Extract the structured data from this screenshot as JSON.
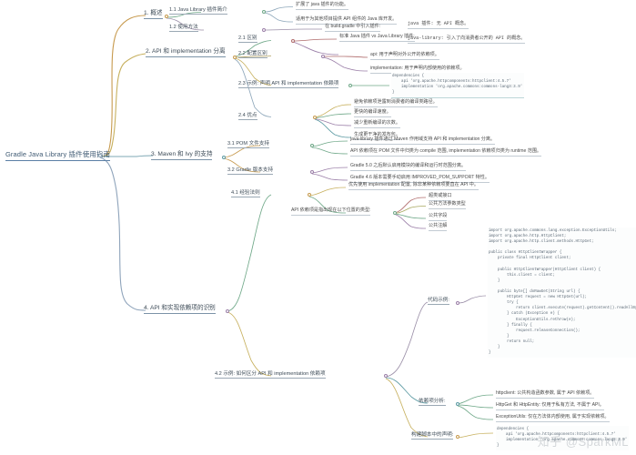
{
  "diagram": {
    "type": "mindmap",
    "title": "Gradle Java Library 插件使用指南",
    "watermark": "知乎 @SparkML"
  },
  "root": {
    "label": "Gradle Java Library 插件使用指南"
  },
  "branches": [
    {
      "id": "b1",
      "label": "1. 概述",
      "color": "#c79a4e",
      "children": [
        {
          "label": "1.1 Java Library 插件简介",
          "leaves": [
            "扩展了 java 插件的功能。",
            "适用于为其他项目提供 API 组件的 Java 库开发。"
          ]
        },
        {
          "label": "1.2 使用方法",
          "leaves": [
            "在 build.gradle 中引入插件:"
          ]
        }
      ]
    },
    {
      "id": "b2",
      "label": "2. API 和 implementation 分离",
      "color": "#6fa888",
      "children": [
        {
          "label": "2.1 区别",
          "leaves": [
            "标准 Java 插件 vs Java Library 插件:",
            "java 插件: 无 API 概念。",
            "java-library: 引入了向消费者公开的 API 的概念。"
          ]
        },
        {
          "label": "2.2 配置区别",
          "leaves": [
            "api: 用于声明对外公开的依赖项。",
            "implementation: 用于声明内部使用的依赖项。"
          ]
        },
        {
          "label": "2.3 示例: 声明 API 和 implementation 依赖项",
          "code": "dependencies {\n    api 'org.apache.httpcomponents:httpclient:4.5.7'\n    implementation 'org.apache.commons:commons-lang3:3.9'\n}"
        },
        {
          "label": "2.4 优点",
          "leaves": [
            "避免依赖项泄露到消费者的编译类路径。",
            "更快的编译速度。",
            "减少重新编译的次数。",
            "生成更干净的发布包。"
          ]
        }
      ]
    },
    {
      "id": "b3",
      "label": "3. Maven 和 Ivy 的支持",
      "color": "#5c9aa3",
      "children": [
        {
          "label": "3.1 POM 文件支持",
          "leaves": [
            "java-library 插件通过 Maven 作用域支持 API 和 implementation 分离。",
            "API 依赖项在 POM 文件中归类为 compile 范围, implementation 依赖项归类为 runtime 范围。"
          ]
        },
        {
          "label": "3.2 Gradle 版本支持",
          "leaves": [
            "Gradle 5.0 之后默认启用模块的编译和运行时范围分离。",
            "Gradle 4.6 版本需要手动启用 IMPROVED_POM_SUPPORT 特性。"
          ]
        }
      ]
    },
    {
      "id": "b4",
      "label": "4. API 和实现依赖项的识别",
      "color": "#9b7fa8",
      "children": [
        {
          "label": "4.1 经验法则",
          "leaves": [
            "优先使用 implementation 配置, 除非某种依赖项要直在 API 中。",
            "API 依赖项是指出现在以下位置的类型:"
          ],
          "subleaves": [
            "超类或接口",
            "公共方法参数类型",
            "公共字段",
            "公共注解"
          ]
        },
        {
          "label": "4.2 示例: 如何区分 API 和 implementation 依赖项",
          "groups": [
            {
              "label": "代码示例:",
              "code": "import org.apache.commons.lang.exception.ExceptionUtils;\nimport org.apache.http.HttpClient;\nimport org.apache.http.client.methods.HttpGet;\n\npublic class HttpClientWrapper {\n    private final HttpClient client;\n\n    public HttpClientWrapper(HttpClient client) {\n        this.client = client;\n    }\n\n    public byte[] doRawGet(String url) {\n        HttpGet request = new HttpGet(url);\n        try {\n            return client.execute(request).getContent().readAllBytes();\n        } catch (Exception e) {\n            ExceptionUtils.rethrow(e);\n        } finally {\n            request.releaseConnection();\n        }\n        return null;\n    }\n}"
            },
            {
              "label": "依赖项分析:",
              "leaves": [
                "httpclient: 公共构造函数参数, 属于 API 依赖项。",
                "HttpGet 和 HttpEntity: 仅用于私有方法, 不属于 API。",
                "ExceptionUtils: 仅在方法体内部使用, 属于实现依赖项。"
              ]
            },
            {
              "label": "构建脚本中的声明:",
              "code": "dependencies {\n    api 'org.apache.httpcomponents:httpclient:4.5.7'\n    implementation 'org.apache.commons:commons-lang3:3.9'\n}"
            }
          ]
        }
      ]
    }
  ],
  "colors": {
    "root_line": "#5b7fa6",
    "branch_1": "#c79a4e",
    "branch_2": "#6fa888",
    "branch_3": "#5c9aa3",
    "branch_4": "#9b7fa8",
    "leaf_red": "#b06c6c",
    "leaf_purple": "#9b7fa8",
    "leaf_teal": "#5c9aa3",
    "leaf_green": "#6fa888",
    "leaf_olive": "#a8a860"
  }
}
